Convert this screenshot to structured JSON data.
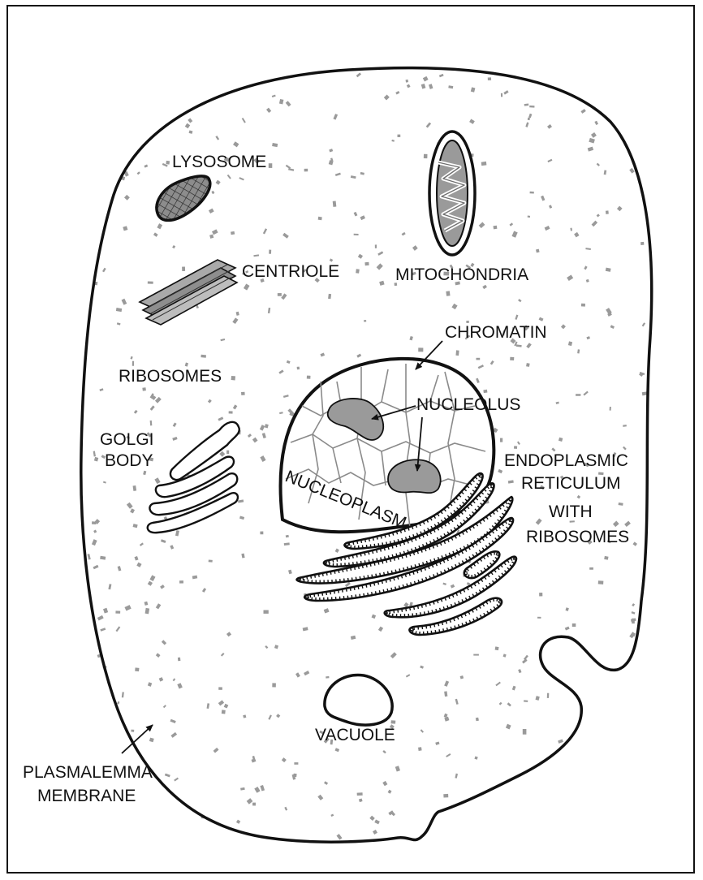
{
  "diagram": {
    "labels": {
      "lysosome": "LYSOSOME",
      "centriole": "CENTRIOLE",
      "mitochondria": "MITOCHONDRIA",
      "chromatin": "CHROMATIN",
      "ribosomes": "RIBOSOMES",
      "nucleolus": "NUCLEOLUS",
      "golgi_line1": "GOLGI",
      "golgi_line2": "BODY",
      "nucleoplasm": "NUCLEOPLASM",
      "er_line1": "ENDOPLASMIC",
      "er_line2": "RETICULUM",
      "er_line3": "WITH",
      "er_line4": "RIBOSOMES",
      "vacuole": "VACUOLE",
      "membrane_line1": "PLASMALEMMA",
      "membrane_line2": "MEMBRANE"
    },
    "colors": {
      "outline": "#111111",
      "organelle_fill": "#9a9a9a",
      "speckle": "#9a9a9a",
      "chromatin_lines": "#8a8a8a"
    }
  }
}
